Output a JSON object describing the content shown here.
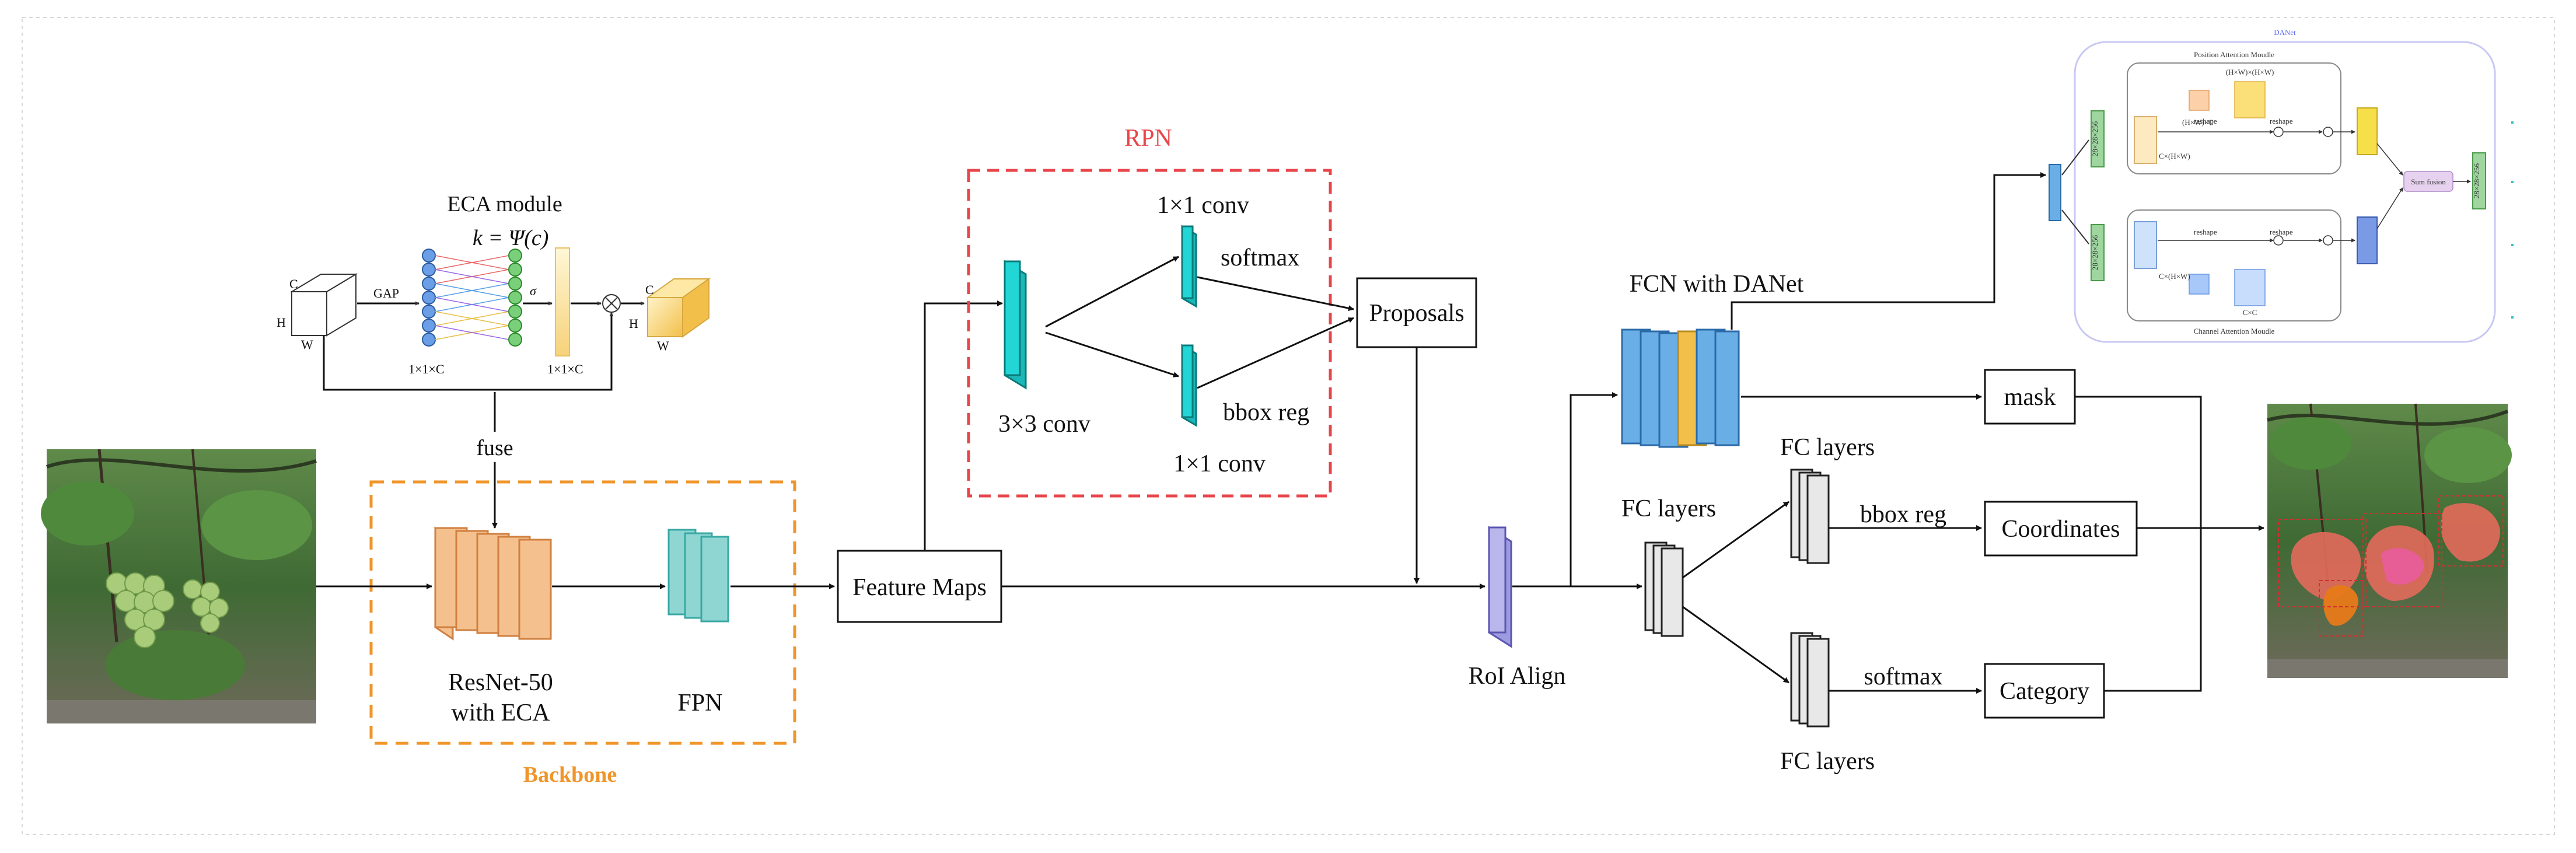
{
  "colors": {
    "backbone_border": "#f0952a",
    "rpn_border": "#e8454a",
    "resnet_fill": "#f4c08e",
    "resnet_stroke": "#d08040",
    "fpn_fill": "#8fd6d2",
    "fpn_stroke": "#38a8a4",
    "rpn_fill": "#22d6d6",
    "roi_fill": "#b8b6ea",
    "fcn_fill": "#6aaee6",
    "fcn_highlight": "#f2c04a",
    "fc_fill": "#e8e8e8"
  },
  "eca": {
    "title": "ECA  module",
    "formula": "k = Ψ(c)",
    "gap": "GAP",
    "sigma": "σ",
    "dim_c": "C",
    "dim_h": "H",
    "dim_w": "W",
    "dim_out_c": "C",
    "dim_out_h": "H",
    "dim_out_w": "W",
    "shape1": "1×1×C",
    "shape2": "1×1×C",
    "fuse": "fuse"
  },
  "backbone": {
    "title": "Backbone",
    "resnet_line1": "ResNet-50",
    "resnet_line2": "with ECA",
    "fpn": "FPN"
  },
  "feature_maps": "Feature Maps",
  "rpn": {
    "title": "RPN",
    "conv3": "3×3 conv",
    "conv1_top": "1×1 conv",
    "conv1_bottom": "1×1 conv",
    "softmax": "softmax",
    "bbox_reg": "bbox reg"
  },
  "proposals": "Proposals",
  "roi_align": "RoI Align",
  "fcn": "FCN with DANet",
  "fc_layers_top": "FC  layers",
  "fc_layers_mid": "FC  layers",
  "fc_layers_bottom": "FC  layers",
  "branch": {
    "bbox_reg": "bbox reg",
    "softmax": "softmax"
  },
  "outputs": {
    "mask": "mask",
    "coordinates": "Coordinates",
    "category": "Category"
  },
  "danet": {
    "title": "DANet",
    "pam": "Position Attention Moudle",
    "cam": "Channel Attention Moudle",
    "reshape_a": "reshape",
    "reshape_b": "reshape",
    "reshape_c": "reshape",
    "reshape_d": "reshape",
    "hw_hw": "(H×W)×(H×W)",
    "c_hw_a": "C×(H×W)",
    "c_hw_b": "C×(H×W)",
    "c_c": "C×C",
    "c_hw_top": "(H×W)×C",
    "sum_fusion": "Sum fusion",
    "dim_a": "28×28×256",
    "dim_b": "28×28×256",
    "dim_c": "28×28×256"
  }
}
